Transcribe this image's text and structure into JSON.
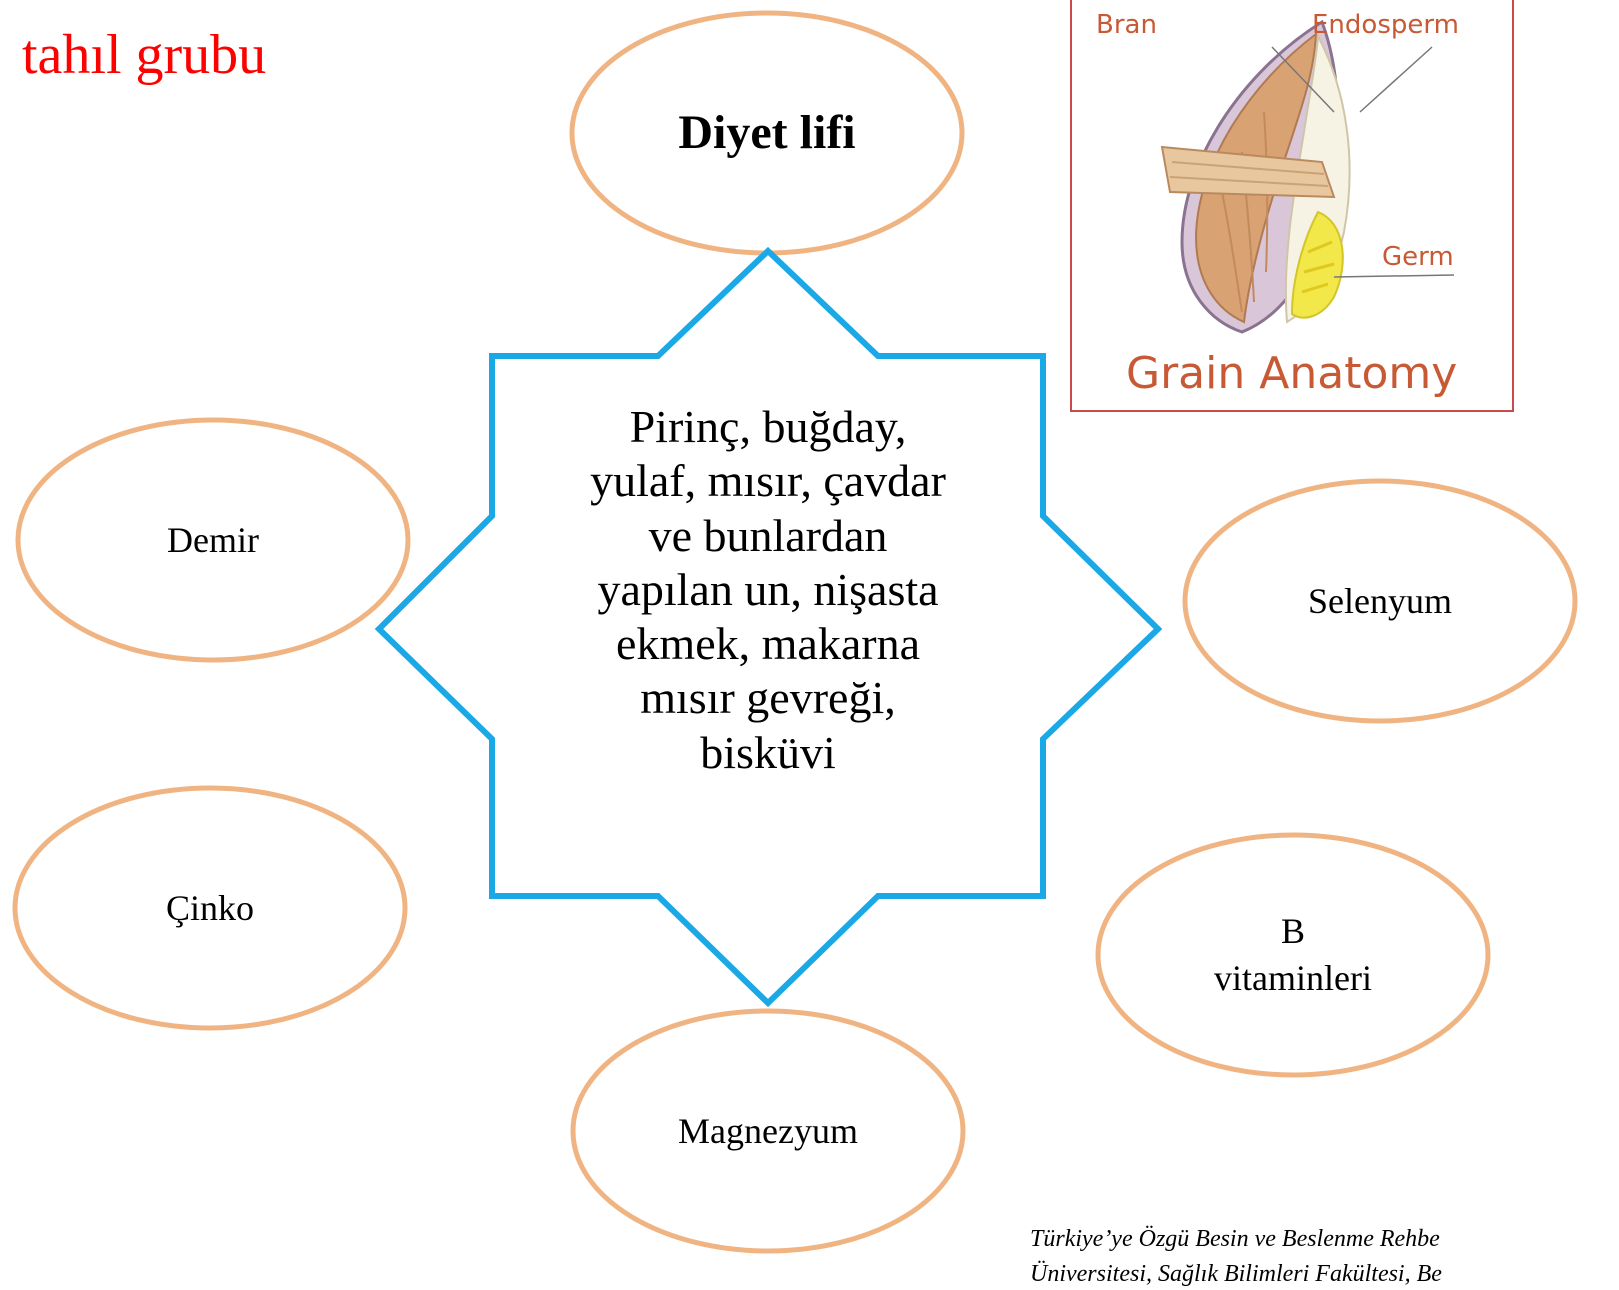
{
  "title": "tahıl grubu",
  "colors": {
    "title": "#ff0000",
    "ellipse_stroke": "#f0b482",
    "star_stroke": "#1aa9e6",
    "grain_accent": "#c75a35"
  },
  "center": {
    "lines": [
      "Pirinç, buğday,",
      "yulaf, mısır, çavdar",
      "ve bunlardan",
      "yapılan un, nişasta",
      "ekmek, makarna",
      "mısır gevreği,",
      "bisküvi"
    ]
  },
  "nutrients": {
    "diyet_lifi": "Diyet lifi",
    "demir": "Demir",
    "cinko": "Çinko",
    "magnezyum": "Magnezyum",
    "selenyum": "Selenyum",
    "b_vitaminleri_line1": "B",
    "b_vitaminleri_line2": "vitaminleri"
  },
  "grain_anatomy": {
    "bran": "Bran",
    "endosperm": "Endosperm",
    "germ": "Germ",
    "caption": "Grain Anatomy"
  },
  "citation": {
    "line1": "Türkiye’ye Özgü Besin ve Beslenme Rehbe",
    "line2": "Üniversitesi, Sağlık Bilimleri Fakültesi, Be"
  }
}
